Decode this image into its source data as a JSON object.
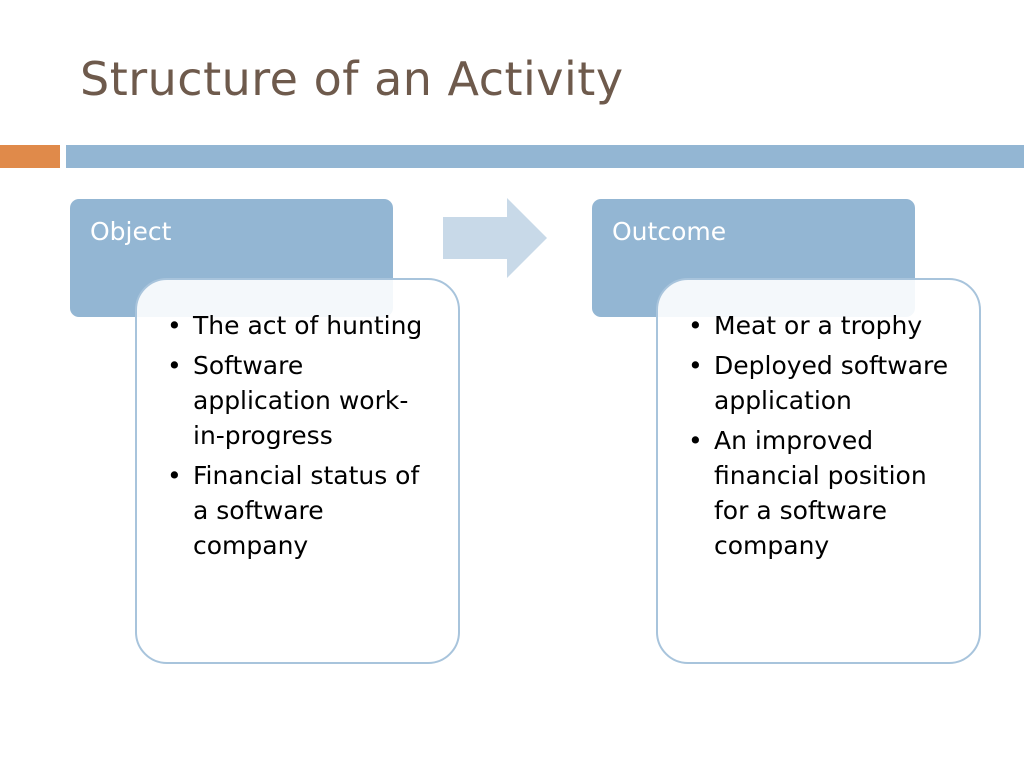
{
  "slide": {
    "title": "Structure of an Activity"
  },
  "object_box": {
    "header": "Object",
    "items": [
      "The act of hunting",
      "Software application work-in-progress",
      "Financial status of a software company"
    ]
  },
  "outcome_box": {
    "header": "Outcome",
    "items": [
      "Meat or a trophy",
      "Deployed software application",
      "An improved financial position for a software company"
    ]
  },
  "colors": {
    "title": "#6e5a4c",
    "accent_bar": "#e08a4a",
    "main_bar": "#93b6d3",
    "header_fill": "#93b6d3",
    "card_border": "#a8c4dc",
    "arrow_fill": "#c8d9e8"
  },
  "icons": {
    "arrow": "right-arrow-icon",
    "bullet": "bullet-icon"
  }
}
